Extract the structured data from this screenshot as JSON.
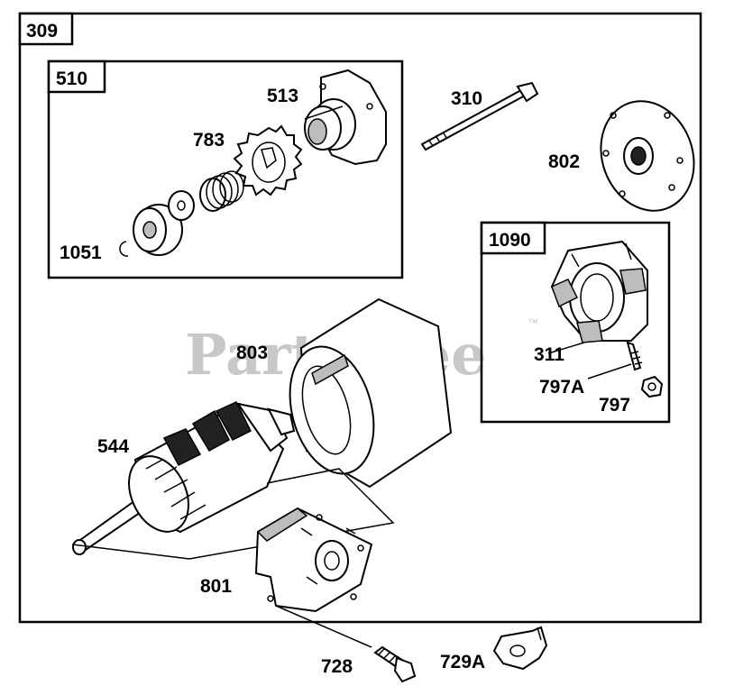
{
  "watermark": {
    "text": "PartsTree",
    "tm": "™"
  },
  "boxes": {
    "outer": "309",
    "drive_kit": "510",
    "brush_kit": "1090"
  },
  "labels": {
    "p513": "513",
    "p783": "783",
    "p1051": "1051",
    "p310": "310",
    "p802": "802",
    "p311": "311",
    "p797A": "797A",
    "p797": "797",
    "p803": "803",
    "p544": "544",
    "p801": "801",
    "p728": "728",
    "p729A": "729A"
  },
  "colors": {
    "line": "#000000",
    "watermark": "#c8c8c8",
    "background": "#ffffff"
  }
}
